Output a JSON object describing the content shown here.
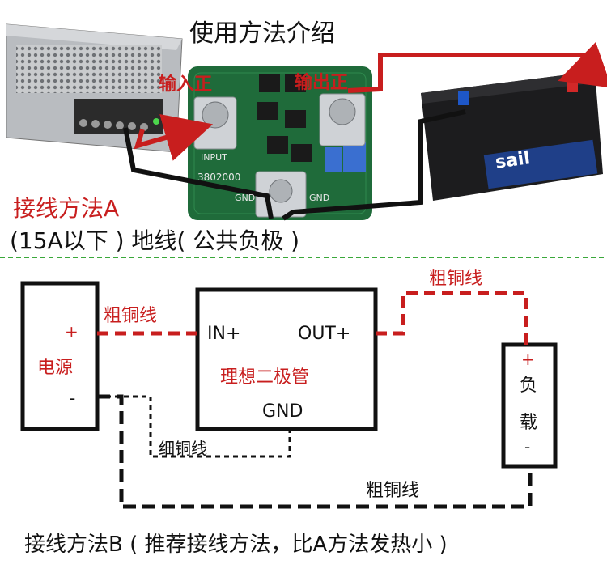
{
  "title": "使用方法介绍",
  "photo": {
    "input_positive_label": "输入正",
    "output_positive_label": "输出正",
    "board_input_text": "INPUT",
    "board_serial_text": "3802000",
    "board_gnd_left": "GND",
    "board_gnd_right": "GND",
    "battery_brand": "sail",
    "method_a_label": "接线方法A",
    "method_a_note": "(15A以下 ) 地线( 公共负极 )"
  },
  "diagram": {
    "power_plus": "+",
    "power_label": "电源",
    "power_minus": "-",
    "thick_wire_left": "粗铜线",
    "thick_wire_top_right": "粗铜线",
    "thick_wire_bottom": "粗铜线",
    "thin_wire": "细铜线",
    "in_plus": "IN+",
    "out_plus": "OUT+",
    "device_name": "理想二极管",
    "gnd": "GND",
    "load_plus": "+",
    "load_char1": "负",
    "load_char2": "载",
    "load_minus": "-"
  },
  "footer": "接线方法B ( 推荐接线方法，比A方法发热小 )",
  "colors": {
    "red_wire": "#c81e1e",
    "black_wire": "#111111",
    "divider": "#3aa83a",
    "pcb": "#1f6b3a"
  }
}
